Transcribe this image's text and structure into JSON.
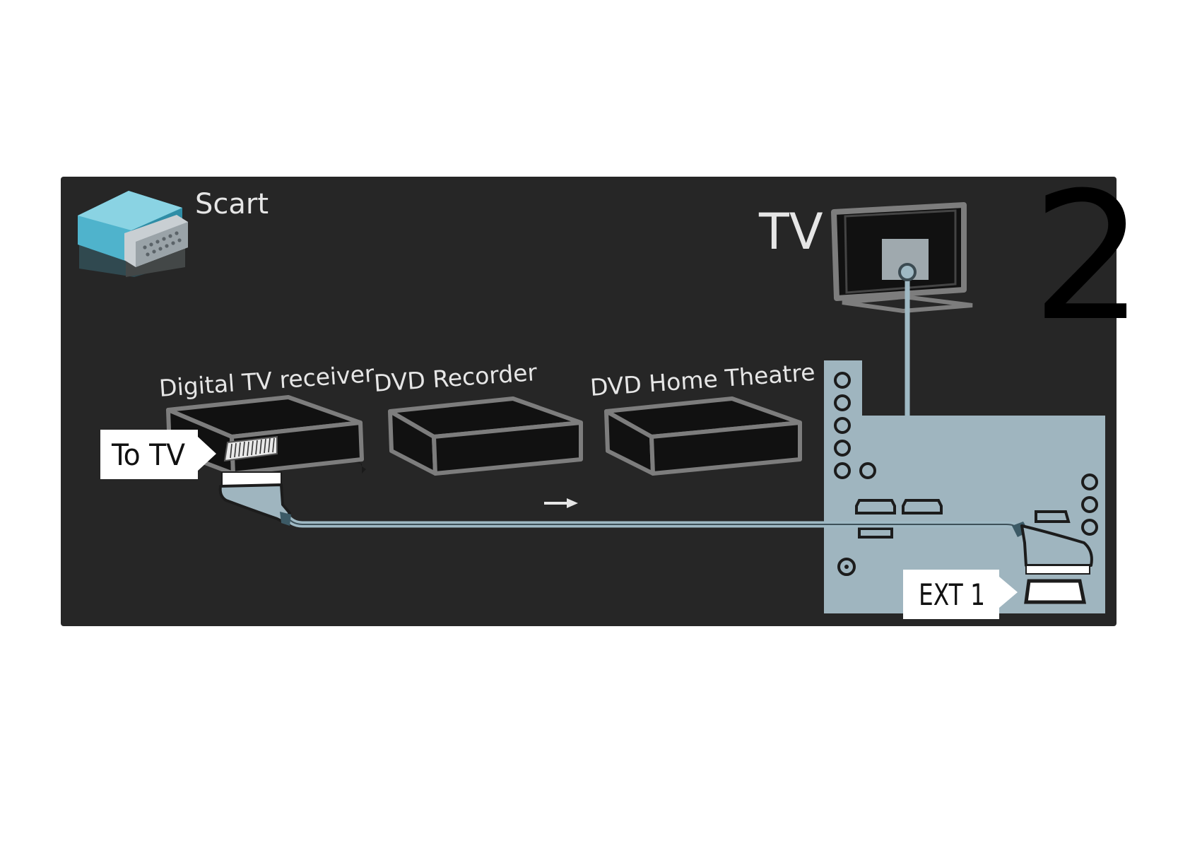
{
  "legend": {
    "label": "Scart",
    "icon": "scart-plug-icon"
  },
  "step_number": "2",
  "devices": {
    "tv": "TV",
    "receiver": "Digital TV receiver",
    "recorder": "DVD Recorder",
    "theatre": "DVD Home Theatre"
  },
  "callouts": {
    "to_tv": "To TV",
    "ext1": "EXT 1"
  },
  "colors": {
    "panel": "#262626",
    "device_outline": "#7d7d7d",
    "cable": "#9fb9c4",
    "connector_panel": "#9fb5bf",
    "scart_icon": "#4fb3cc"
  }
}
